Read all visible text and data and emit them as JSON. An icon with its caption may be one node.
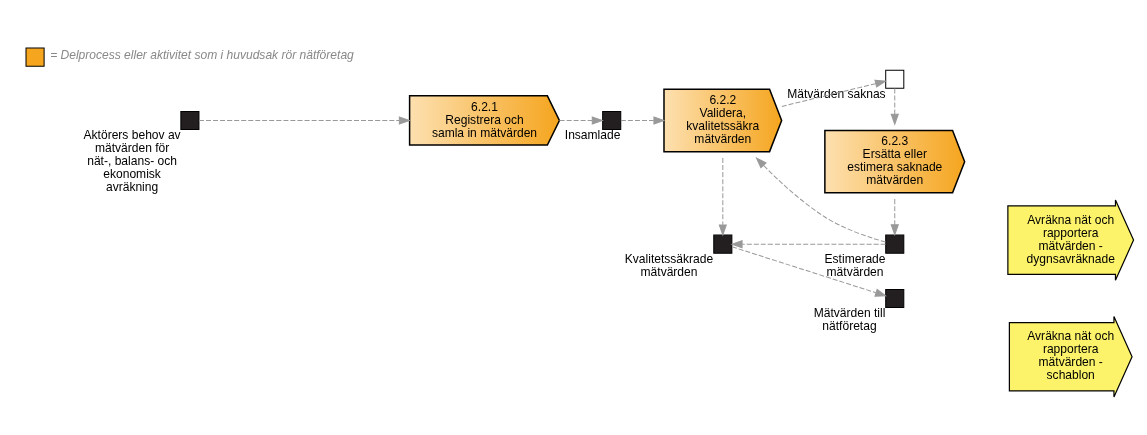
{
  "diagram": {
    "nodes": [
      {
        "text": [],
        "shape": "box",
        "beside": [
          "Aktörers behov av mätvärden för nät-, balans- och ekonomisk avräkning"
        ]
      },
      {
        "text": [
          "6.2.1",
          "Registrera och samla in mätvärden"
        ]
      },
      {
        "text": [],
        "shape": "box",
        "beside": [
          "Insamlade"
        ]
      },
      {
        "text": [
          "6.2.2",
          "Validera, kvalitetssäkra mätvärden"
        ]
      },
      {
        "text": [],
        "shape": "box",
        "beside": [
          "Mätvärden saknas"
        ]
      },
      {
        "text": [
          "6.2.3",
          "Ersätta eller estimera saknade mätvärden"
        ]
      },
      {
        "text": [],
        "shape": "box",
        "beside": [
          "Estimerade mätvärden"
        ]
      },
      {
        "text": [],
        "shape": "box",
        "beside": [
          "Kvalitetssäkrade mätvärden"
        ]
      },
      {
        "text": [],
        "shape": "box",
        "beside": [
          "Mätvärden till nätföretag"
        ]
      },
      {
        "text": [
          "Avräkna nät och rapportera mätvärden - dygnsavräknade"
        ]
      },
      {
        "text": [
          "Avräkna nät och rapportera mätvärden - schablon"
        ]
      }
    ],
    "edges": [
      {
        "from": 0,
        "to": 1,
        "arrow": "to",
        "style": "dashed"
      },
      {
        "from": 1,
        "to": 2,
        "arrow": "to",
        "style": "dashed"
      },
      {
        "from": 2,
        "to": 3,
        "arrow": "to",
        "style": "dashed"
      },
      {
        "from": 3,
        "to": 4,
        "arrow": "to",
        "style": "dashed"
      },
      {
        "from": 3,
        "to": 7,
        "arrow": "to",
        "style": "dashed"
      },
      {
        "from": 4,
        "to": 5,
        "arrow": "to",
        "style": "dashed"
      },
      {
        "from": 5,
        "to": 6,
        "arrow": "to",
        "style": "dashed"
      },
      {
        "from": 6,
        "to": 3,
        "arrow": "to",
        "style": "dashed"
      },
      {
        "from": 6,
        "to": 7,
        "arrow": "to",
        "style": "dashed"
      },
      {
        "from": 7,
        "to": 8,
        "arrow": "to",
        "style": "dashed"
      }
    ],
    "legend": [
      {
        "text": "= Delprocess eller aktivitet som i huvudsak rör nätföretag",
        "color": "#f5a51e"
      }
    ]
  }
}
